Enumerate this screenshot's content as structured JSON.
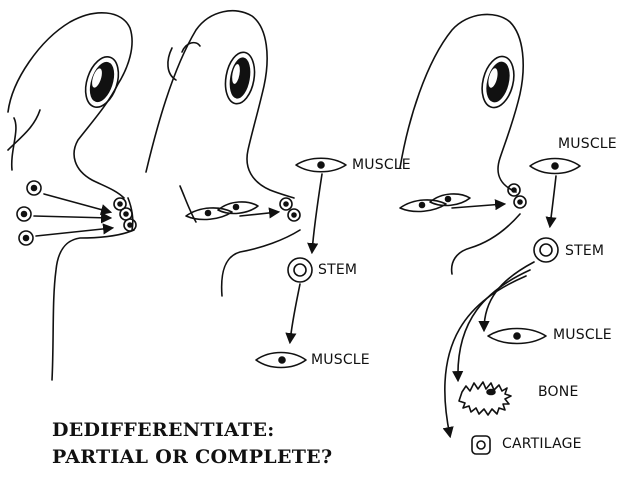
{
  "title": {
    "line1": "DEDIFFERENTIATE:",
    "line2": "PARTIAL OR COMPLETE?"
  },
  "panel_middle": {
    "top_label": "MUSCLE",
    "mid_label": "STEM",
    "bottom_label": "MUSCLE"
  },
  "panel_right": {
    "top_label": "MUSCLE",
    "mid_label": "STEM",
    "outputs": [
      "MUSCLE",
      "BONE",
      "CARTILAGE"
    ]
  },
  "colors": {
    "ink": "#111111",
    "paper": "#ffffff"
  }
}
